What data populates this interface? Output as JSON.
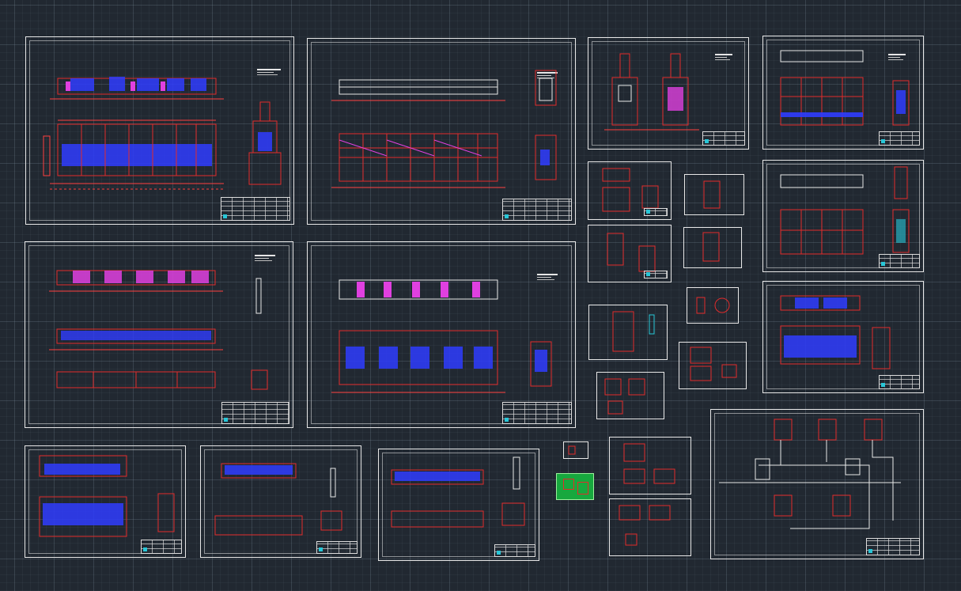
{
  "app": {
    "canvas_color": "#212831",
    "grid_color": "#5b6672"
  },
  "colors": {
    "frame": "#e8e8e8",
    "geometry": "#e22b2b",
    "hatch": "#2f3cff",
    "accent": "#e040e0",
    "title_mark": "#28c7d8",
    "dimension": "#ff4040"
  },
  "sheets": [
    {
      "id": "elevation-main",
      "kind": "sheet"
    },
    {
      "id": "plan-long-1",
      "kind": "sheet"
    },
    {
      "id": "column-detail",
      "kind": "sheet"
    },
    {
      "id": "front-view-1",
      "kind": "sheet"
    },
    {
      "id": "section-plan-1",
      "kind": "sheet"
    },
    {
      "id": "facade-2",
      "kind": "sheet"
    },
    {
      "id": "front-view-2",
      "kind": "sheet"
    },
    {
      "id": "side-view-3",
      "kind": "sheet"
    },
    {
      "id": "elevation-small-1",
      "kind": "sheet"
    },
    {
      "id": "elevation-small-2",
      "kind": "sheet"
    },
    {
      "id": "elevation-small-3",
      "kind": "sheet"
    },
    {
      "id": "layout-plan",
      "kind": "sheet"
    }
  ]
}
